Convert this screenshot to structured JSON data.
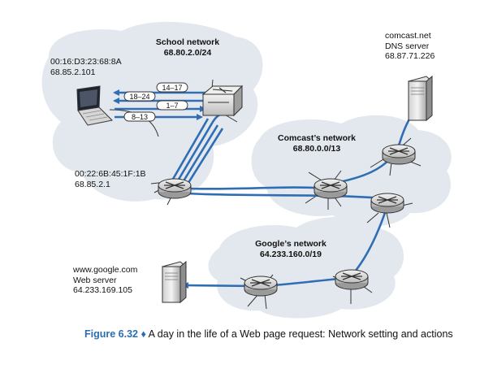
{
  "school_network": {
    "name": "School network",
    "subnet": "68.80.2.0/24"
  },
  "comcast_network": {
    "name": "Comcast’s network",
    "subnet": "68.80.0.0/13"
  },
  "google_network": {
    "name": "Google’s network",
    "subnet": "64.233.160.0/19"
  },
  "laptop": {
    "mac": "00:16:D3:23:68:8A",
    "ip": "68.85.2.101"
  },
  "gateway_router": {
    "mac": "00:22:6B:45:1F:1B",
    "ip": "68.85.2.1"
  },
  "dns_server": {
    "line1": "comcast.net",
    "line2": "DNS server",
    "ip": "68.87.71.226"
  },
  "web_server": {
    "line1": "www.google.com",
    "line2": "Web server",
    "ip": "64.233.169.105"
  },
  "step_labels": [
    "14–17",
    "18–24",
    "1–7",
    "8–13"
  ],
  "caption": {
    "figure": "Figure 6.32",
    "separator": "♦",
    "text": "A day in the life of a Web page request: Network setting and actions"
  },
  "colors": {
    "link": "#2f6db4",
    "cloud": "#e3e8ee",
    "caption_accent": "#2a6db3"
  }
}
